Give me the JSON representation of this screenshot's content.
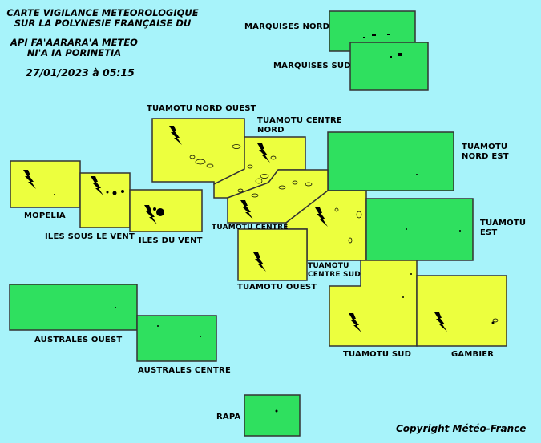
{
  "header": {
    "title_line1": "CARTE VIGILANCE METEOROLOGIQUE",
    "title_line2": "SUR LA POLYNESIE FRANÇAISE DU",
    "subtitle_line1": "API FA'AARARA'A METEO",
    "subtitle_line2": "NI'A IA PORINETIA",
    "datetime": "27/01/2023 à 05:15"
  },
  "colors": {
    "background": "#a7f3fa",
    "vigilance_green": "#2fe05f",
    "vigilance_yellow": "#ecff3e"
  },
  "legend_icon": "lightning-bolt-icon (thunderstorm hazard)",
  "zones": [
    {
      "id": "marquises-nord",
      "label": "MARQUISES NORD",
      "level": "green"
    },
    {
      "id": "marquises-sud",
      "label": "MARQUISES SUD",
      "level": "green"
    },
    {
      "id": "tuamotu-nord-ouest",
      "label": "TUAMOTU NORD OUEST",
      "level": "yellow",
      "hazard": "thunderstorm"
    },
    {
      "id": "tuamotu-centre-nord",
      "label1": "TUAMOTU CENTRE",
      "label2": "NORD",
      "level": "yellow",
      "hazard": "thunderstorm"
    },
    {
      "id": "tuamotu-nord-est",
      "label1": "TUAMOTU",
      "label2": "NORD EST",
      "level": "green"
    },
    {
      "id": "mopelia",
      "label": "MOPELIA",
      "level": "yellow",
      "hazard": "thunderstorm"
    },
    {
      "id": "iles-sous-le-vent",
      "label": "ILES SOUS LE VENT",
      "level": "yellow",
      "hazard": "thunderstorm"
    },
    {
      "id": "iles-du-vent",
      "label": "ILES DU VENT",
      "level": "yellow",
      "hazard": "thunderstorm"
    },
    {
      "id": "tuamotu-centre",
      "label": "TUAMOTU CENTRE",
      "level": "yellow",
      "hazard": "thunderstorm"
    },
    {
      "id": "tuamotu-centre-sud",
      "label1": "TUAMOTU",
      "label2": "CENTRE SUD",
      "level": "yellow",
      "hazard": "thunderstorm"
    },
    {
      "id": "tuamotu-est",
      "label1": "TUAMOTU",
      "label2": "EST",
      "level": "green"
    },
    {
      "id": "tuamotu-ouest",
      "label": "TUAMOTU OUEST",
      "level": "yellow",
      "hazard": "thunderstorm"
    },
    {
      "id": "tuamotu-sud",
      "label": "TUAMOTU SUD",
      "level": "yellow",
      "hazard": "thunderstorm"
    },
    {
      "id": "gambier",
      "label": "GAMBIER",
      "level": "yellow",
      "hazard": "thunderstorm"
    },
    {
      "id": "australes-ouest",
      "label": "AUSTRALES OUEST",
      "level": "green"
    },
    {
      "id": "australes-centre",
      "label": "AUSTRALES CENTRE",
      "level": "green"
    },
    {
      "id": "rapa",
      "label": "RAPA",
      "level": "green"
    }
  ],
  "footer": {
    "copyright": "Copyright Météo-France"
  }
}
